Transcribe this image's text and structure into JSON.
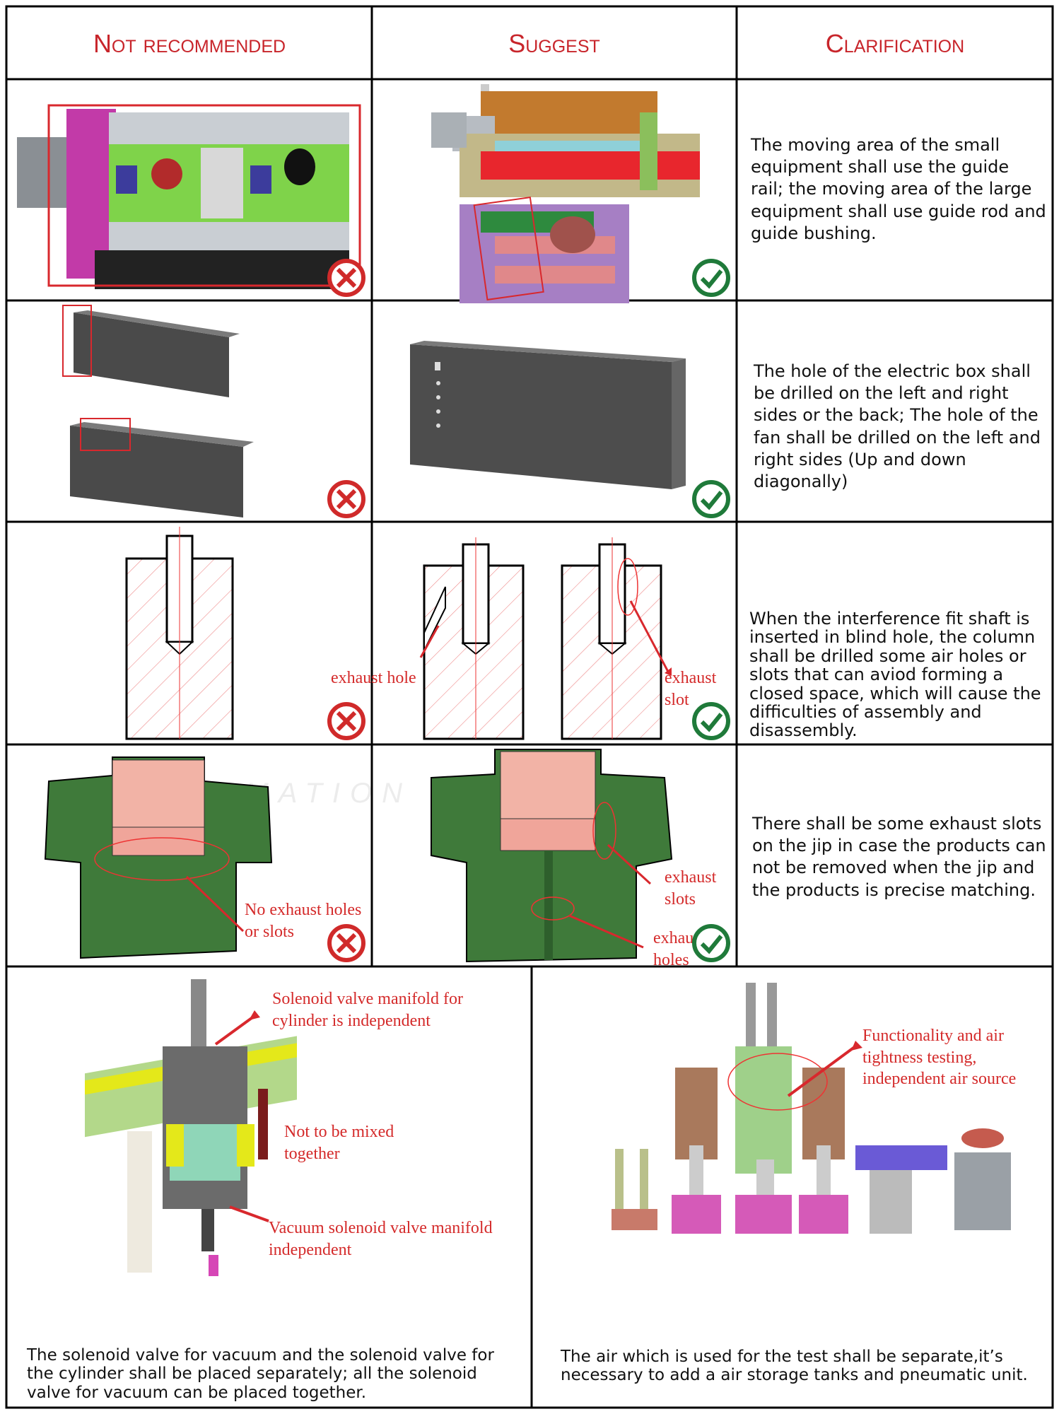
{
  "headers": {
    "col1": "Not recommended",
    "col2": "Suggest",
    "col3": "Clarification"
  },
  "rows": [
    {
      "clarification": "The moving area of the small equipment shall use the guide rail; the moving area of the large equipment shall use guide rod and guide bushing."
    },
    {
      "clarification": "The hole of the electric box shall be drilled on the left and right sides or the back; The hole of the fan shall be drilled on the left and right sides (Up and down diagonally)"
    },
    {
      "clarification": "When the interference fit shaft is inserted in blind hole, the column shall be drilled some air holes or slots that can aviod forming a closed space, which will cause the difficulties of assembly and disassembly.",
      "labels": {
        "bad": "exhaust hole",
        "good": "exhaust slot"
      }
    },
    {
      "clarification": "There shall be some exhaust slots on the jip in case the products can not be removed when the jip and the products is precise matching.",
      "labels": {
        "bad": "No exhaust holes or slots",
        "good_slots": "exhaust slots",
        "good_holes": "exhaust holes"
      }
    }
  ],
  "bottom_left": {
    "label1": "Solenoid valve manifold for cylinder is independent",
    "label2": "Not to be mixed together",
    "label3": "Vacuum solenoid valve manifold independent",
    "text": "The solenoid valve for vacuum and the solenoid valve for the cylinder shall be placed separately; all the solenoid valve for vacuum can be placed together."
  },
  "bottom_right": {
    "label1": "Functionality and air tightness testing, independent air source",
    "text": "The air which is used for the test shall be separate,it’s necessary to add a air storage tanks and pneumatic unit."
  },
  "watermark": {
    "sub": "AUTOMATION EXPERT"
  },
  "colors": {
    "accent_red": "#c8252b",
    "check_green": "#1f7a3a",
    "cross_red": "#d02a2a"
  }
}
